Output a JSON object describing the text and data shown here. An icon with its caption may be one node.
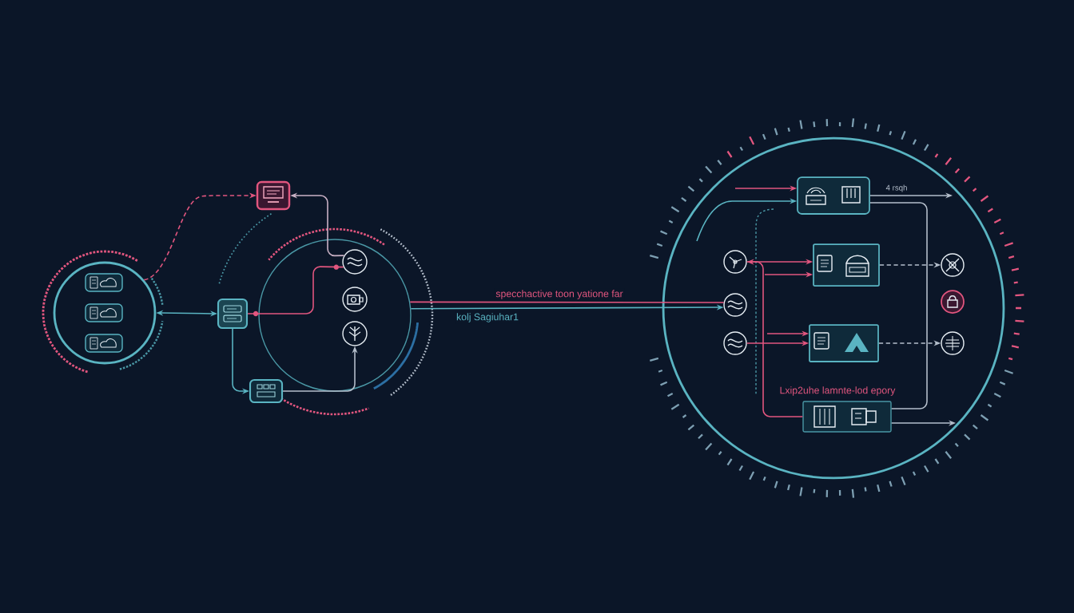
{
  "diagram": {
    "nodes": [
      {
        "text": [],
        "shape": "circle"
      },
      {
        "text": [],
        "shape": "box",
        "in": 0
      },
      {
        "text": [],
        "shape": "box",
        "in": 0
      },
      {
        "text": [],
        "shape": "box",
        "in": 0
      },
      {
        "text": [],
        "shape": "box"
      },
      {
        "text": [],
        "shape": "box"
      },
      {
        "text": [],
        "shape": "box"
      },
      {
        "text": [],
        "shape": "circle"
      },
      {
        "text": [],
        "shape": "circle",
        "in": 7
      },
      {
        "text": [],
        "shape": "circle",
        "in": 7
      },
      {
        "text": [],
        "shape": "circle",
        "in": 7
      },
      {
        "text": [],
        "shape": "circle"
      },
      {
        "text": [],
        "shape": "box",
        "in": 11
      },
      {
        "text": [],
        "shape": "box",
        "in": 11
      },
      {
        "text": [],
        "shape": "box",
        "in": 11
      },
      {
        "text": [],
        "shape": "box",
        "in": 11
      },
      {
        "text": [],
        "shape": "circle",
        "in": 11
      },
      {
        "text": [],
        "shape": "circle",
        "in": 11
      },
      {
        "text": [],
        "shape": "circle",
        "in": 11
      },
      {
        "text": [],
        "shape": "circle",
        "in": 11
      },
      {
        "text": [],
        "shape": "circle",
        "in": 11
      },
      {
        "text": [],
        "shape": "circle",
        "in": 11
      }
    ],
    "edges": [
      {
        "from": 0,
        "to": 5,
        "arrow": "both",
        "color": "#5ab4c2"
      },
      {
        "from": 0,
        "to": 4,
        "arrow": "to",
        "style": "dashed"
      },
      {
        "from": 8,
        "to": 4,
        "arrow": "to",
        "color": "#cbb2c6"
      },
      {
        "from": 5,
        "to": 8,
        "arrow": "none"
      },
      {
        "from": 5,
        "to": 6,
        "arrow": "to",
        "color": "#5ab4c2"
      },
      {
        "from": 6,
        "to": 10,
        "arrow": "to",
        "color": "#b5bfcc"
      },
      {
        "from": 7,
        "to": 17,
        "arrow": "none",
        "label": "specchactive toon yatione far"
      },
      {
        "from": 7,
        "to": 17,
        "arrow": "to",
        "color": "#5ab4c2",
        "label": "kolj Sagiuhar1"
      },
      {
        "from": null,
        "to": 12,
        "arrow": "to"
      },
      {
        "from": null,
        "to": 12,
        "arrow": "to",
        "color": "#5ab4c2"
      },
      {
        "from": 12,
        "to": null,
        "arrow": "to",
        "color": "#b5bfcc",
        "label": "4 rsqh"
      },
      {
        "from": 12,
        "to": 15,
        "arrow": "none",
        "color": "#b5bfcc"
      },
      {
        "from": 16,
        "to": 13,
        "arrow": "both"
      },
      {
        "from": null,
        "to": 13,
        "arrow": "to"
      },
      {
        "from": 18,
        "to": 14,
        "arrow": "to"
      },
      {
        "from": 13,
        "to": 19,
        "arrow": "to",
        "style": "dashed",
        "color": "#b5bfcc"
      },
      {
        "from": 14,
        "to": 21,
        "arrow": "to",
        "style": "dashed",
        "color": "#b5bfcc"
      },
      {
        "from": 15,
        "to": null,
        "arrow": "to",
        "color": "#b5bfcc"
      },
      {
        "from": 16,
        "to": 15,
        "arrow": "none"
      },
      {
        "from": null,
        "to": 14,
        "arrow": "to"
      }
    ],
    "labels": [
      "Lxip2uhe lamnte-lod epory"
    ]
  }
}
